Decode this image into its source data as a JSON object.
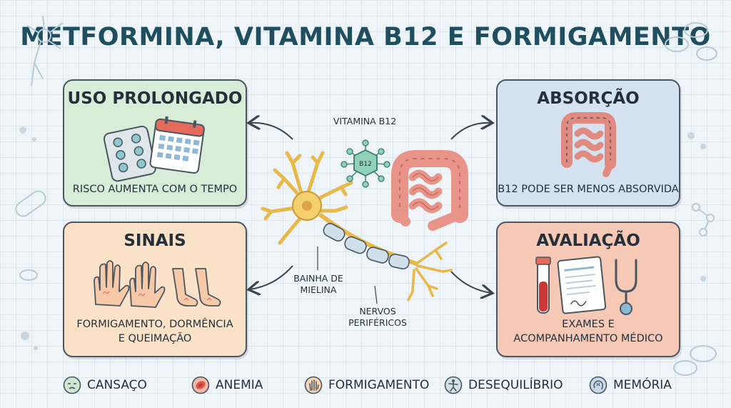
{
  "title": "METFORMINA, VITAMINA B12 E FORMIGAMENTO",
  "cards": {
    "uso": {
      "heading": "USO PROLONGADO",
      "caption": "RISCO AUMENTA COM O TEMPO"
    },
    "absorcao": {
      "heading": "ABSORÇÃO",
      "caption": "B12 PODE SER MENOS ABSORVIDA"
    },
    "sinais": {
      "heading": "SINAIS",
      "caption_line1": "FORMIGAMENTO, DORMÊNCIA",
      "caption_line2": "E QUEIMAÇÃO"
    },
    "avaliacao": {
      "heading": "AVALIAÇÃO",
      "caption_line1": "EXAMES E",
      "caption_line2": "ACOMPANHAMENTO MÉDICO"
    }
  },
  "center": {
    "vitamin_label": "VITAMINA B12",
    "molecule_text": "B12",
    "myelin_line1": "BAINHA DE",
    "myelin_line2": "MIELINA",
    "nerves_line1": "NERVOS",
    "nerves_line2": "PERIFÉRICOS"
  },
  "legend": [
    {
      "label": "CANSAÇO",
      "icon": "tired-face-icon",
      "color": "#cfe6d2"
    },
    {
      "label": "ANEMIA",
      "icon": "red-blood-cell-icon",
      "color": "#f2b8a8"
    },
    {
      "label": "FORMIGAMENTO",
      "icon": "hand-icon",
      "color": "#f6d6b4"
    },
    {
      "label": "DESEQUILÍBRIO",
      "icon": "balance-person-icon",
      "color": "#cfe3e6"
    },
    {
      "label": "MEMÓRIA",
      "icon": "brain-head-icon",
      "color": "#c9d7ec"
    }
  ]
}
